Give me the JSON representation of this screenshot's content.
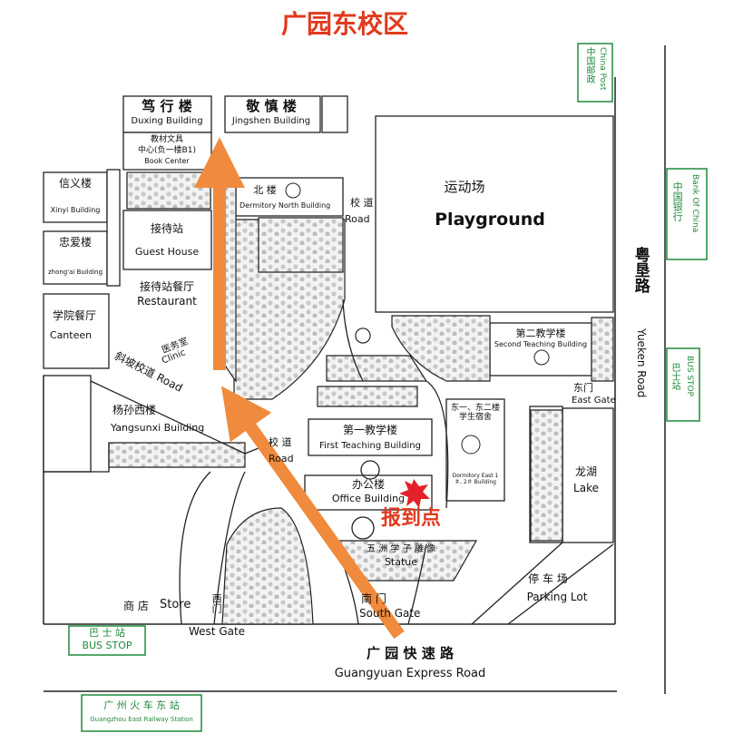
{
  "title": "广园东校区",
  "colors": {
    "title_red": "#e03a1e",
    "arrow_orange": "#f08a3c",
    "sign_green": "#1f8a3b",
    "line": "#222222",
    "tree_fill": "#e4e4e4"
  },
  "buildings": {
    "duxing": {
      "cn": "笃 行 楼",
      "en": "Duxing Building"
    },
    "jingshen": {
      "cn": "敬 慎 楼",
      "en": "Jingshen Building"
    },
    "book_center": {
      "line1": "教材文具",
      "line2": "中心(负一楼B1)",
      "en": "Book Center"
    },
    "xinyi": {
      "cn": "信义楼",
      "en": "Xinyi Building"
    },
    "zhongai": {
      "cn": "忠爱楼",
      "en": "zhong'ai Building"
    },
    "guest_house": {
      "cn": "接待站",
      "en": "Guest House"
    },
    "restaurant": {
      "cn": "接待站餐厅",
      "en": "Restaurant"
    },
    "canteen": {
      "cn": "学院餐厅",
      "en": "Canteen"
    },
    "clinic": {
      "cn": "医务室",
      "en": "Clinic"
    },
    "north_dorm": {
      "cn": "北 楼",
      "en": "Dermitory North Building"
    },
    "playground": {
      "cn": "运动场",
      "en": "Playground"
    },
    "second_teaching": {
      "cn": "第二教学楼",
      "en": "Second Teaching Building"
    },
    "first_teaching": {
      "cn": "第一教学楼",
      "en": "First Teaching Building"
    },
    "yangsunxi": {
      "cn": "杨孙西楼",
      "en": "Yangsunxi Building"
    },
    "office": {
      "cn": "办公楼",
      "en": "Office Building"
    },
    "east_dorm": {
      "cn": "东一、东二楼学生宿舍",
      "en": "Dormitory East 1＃, 2＃ Building"
    },
    "statue": {
      "cn": "五 洲 学 子 雕 像",
      "en": "Statue"
    },
    "dragon_lake": {
      "cn": "龙湖",
      "en": "Lake"
    },
    "parking": {
      "cn": "停 车 场",
      "en": "Parking Lot"
    },
    "store": {
      "cn": "商 店",
      "en": "Store"
    }
  },
  "roads": {
    "xiaodao_north": {
      "cn": "校 道",
      "en": "Road"
    },
    "xiaodao_mid": {
      "cn": "校 道",
      "en": "Road"
    },
    "slope_road": {
      "cn": "斜坡校道",
      "en": "Road"
    },
    "yueken": {
      "cn": "粤垦路",
      "en": "Yueken Road"
    },
    "guangyuan_expressway": {
      "cn": "广 园 快 速 路",
      "en": "Guangyuan Express Road"
    }
  },
  "gates": {
    "east": {
      "cn": "东门",
      "en": "East Gate"
    },
    "west": {
      "cn": "西门",
      "en": "West Gate"
    },
    "south": {
      "cn": "南 门",
      "en": "South Gate"
    }
  },
  "signs": {
    "post": {
      "en": "China Post",
      "cn": "中国邮政"
    },
    "bank": {
      "en": "Bank Of China",
      "cn": "中国银行"
    },
    "bus_east": {
      "en": "BUS STOP",
      "cn": "巴士站"
    },
    "bus_west": {
      "cn": "巴 士 站",
      "en": "BUS STOP"
    },
    "railway": {
      "cn": "广 州 火 车 东 站",
      "en": "Guangzhou East Railway Station"
    }
  },
  "check_in": {
    "cn": "报到点"
  }
}
